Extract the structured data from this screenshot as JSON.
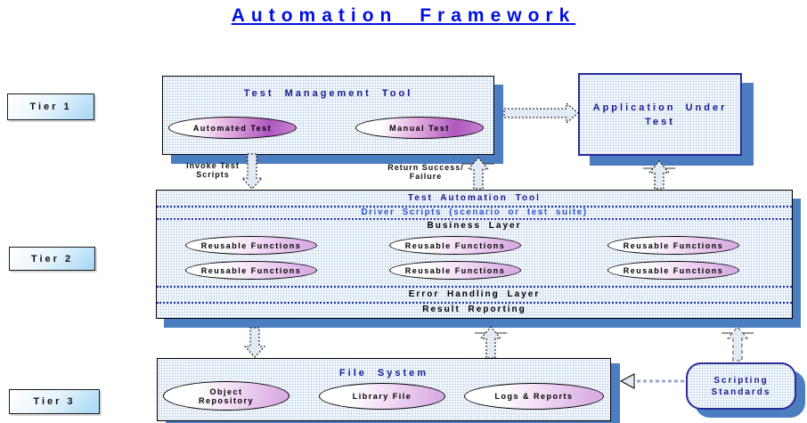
{
  "title": "Automation Framework",
  "tier_labels": [
    "Tier 1",
    "Tier 2",
    "Tier 3"
  ],
  "test_management_tool": {
    "title": "Test Management Tool",
    "automated_test": "Automated Test",
    "manual_test": "Manual Test"
  },
  "application_under_test": {
    "title": "Application Under Test"
  },
  "connectors": {
    "invoke_line1": "Invoke Test",
    "invoke_line2": "Scripts",
    "return_line1": "Return Success/",
    "return_line2": "Failure"
  },
  "test_automation_tool": {
    "title": "Test Automation Tool",
    "driver_scripts": "Driver Scripts (scenario or test suite)",
    "business_layer": "Business Layer",
    "reusable_functions": [
      "Reusable Functions",
      "Reusable Functions",
      "Reusable Functions",
      "Reusable Functions",
      "Reusable Functions",
      "Reusable Functions"
    ],
    "error_handling": "Error Handling Layer",
    "result_reporting": "Result Reporting"
  },
  "file_system": {
    "title": "File System",
    "ellipses": [
      "Object Repository",
      "Library File",
      "Logs & Reports"
    ]
  },
  "scripting_standards": {
    "title": "Scripting Standards"
  },
  "colors": {
    "title_blue": "#0010e0",
    "navy_text": "#1a1a8c",
    "driver_scripts_blue": "#3355cc",
    "separator_navy": "#2233aa",
    "shadow_blue": "#4b7ec0",
    "box_texture_dot": "#b9cfe8",
    "ellipse_purple": "#ad58be",
    "ellipse_light_purple": "#d9aee3",
    "tier_label_blue": "#a9d9f5"
  }
}
